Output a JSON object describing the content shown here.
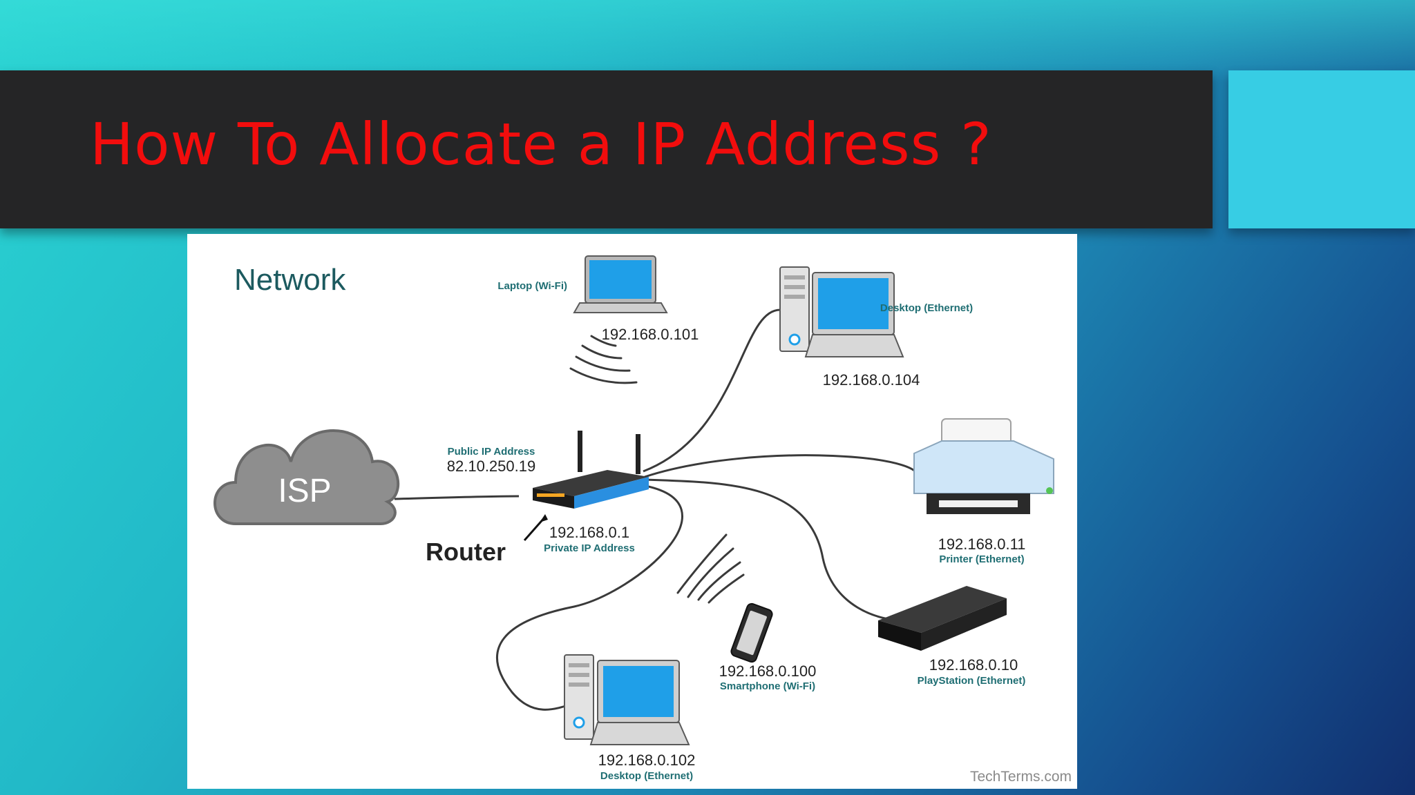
{
  "slide": {
    "title": "How To Allocate a IP Address ?"
  },
  "diagram": {
    "heading": "Network",
    "isp_label": "ISP",
    "router": {
      "label": "Router",
      "public_caption": "Public IP Address",
      "public_ip": "82.10.250.19",
      "private_ip": "192.168.0.1",
      "private_caption": "Private IP Address"
    },
    "devices": {
      "laptop": {
        "caption": "Laptop (Wi-Fi)",
        "ip": "192.168.0.101"
      },
      "desktop_top": {
        "caption": "Desktop (Ethernet)",
        "ip": "192.168.0.104"
      },
      "printer": {
        "ip": "192.168.0.11",
        "caption": "Printer (Ethernet)"
      },
      "playstation": {
        "ip": "192.168.0.10",
        "caption": "PlayStation (Ethernet)"
      },
      "smartphone": {
        "ip": "192.168.0.100",
        "caption": "Smartphone (Wi-Fi)"
      },
      "desktop_bottom": {
        "ip": "192.168.0.102",
        "caption": "Desktop (Ethernet)"
      }
    },
    "watermark": "TechTerms.com",
    "colors": {
      "heading": "#1c5a5f",
      "caption": "#1f6e73",
      "screen": "#1f9fe8",
      "router_body": "#2a8fe0",
      "cloud": "#8e8e8e",
      "cable": "#3a3a3a"
    }
  }
}
